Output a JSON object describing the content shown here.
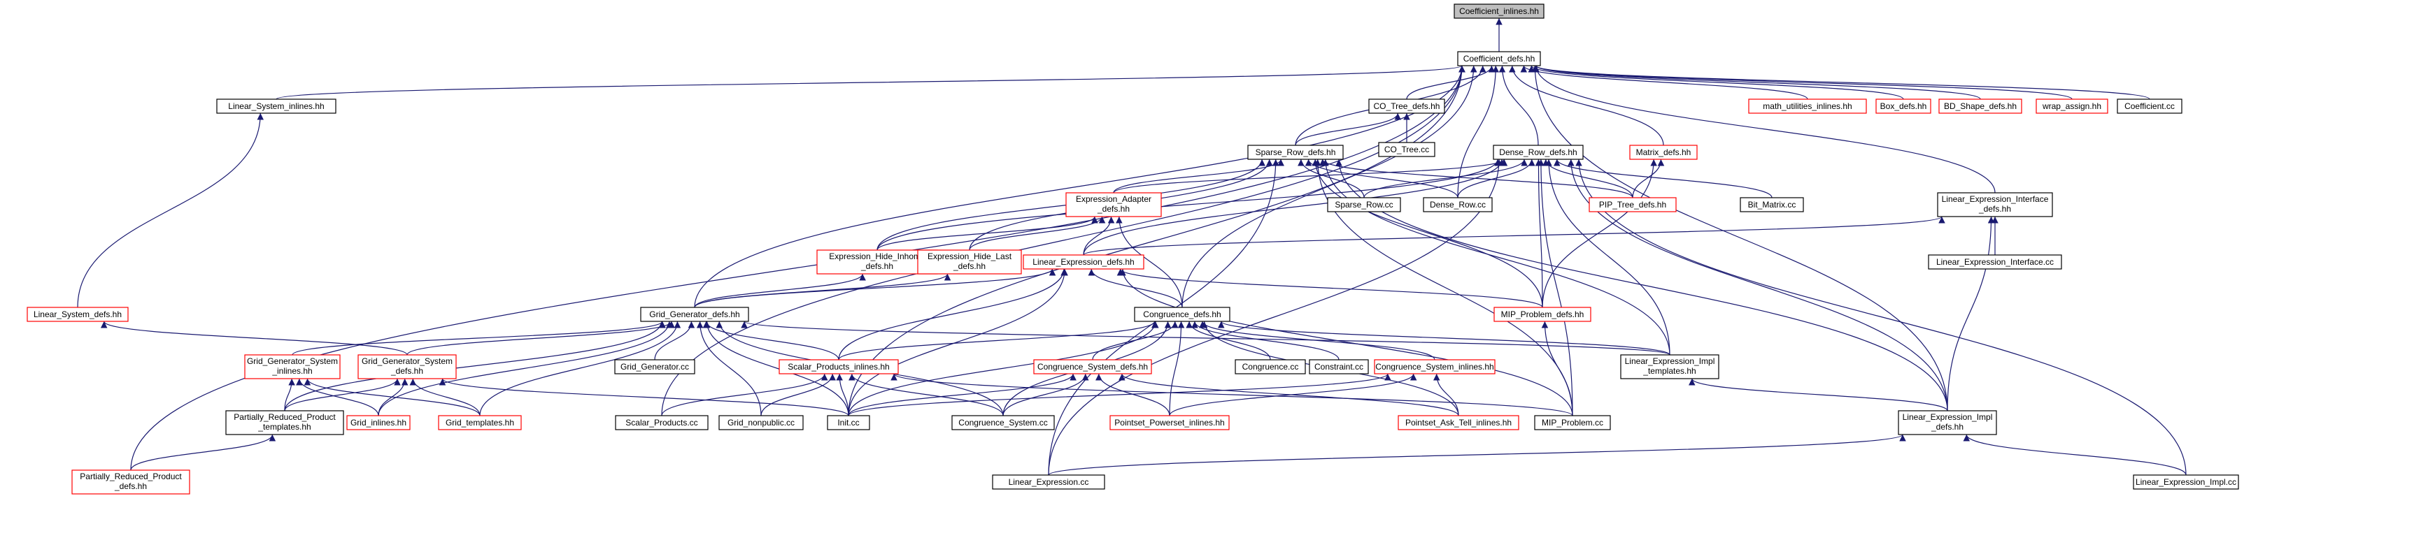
{
  "nodes": [
    {
      "id": "root",
      "lines": [
        "Coefficient_inlines.hh"
      ],
      "style": "root"
    },
    {
      "id": "cdefs",
      "lines": [
        "Coefficient_defs.hh"
      ],
      "style": "black"
    },
    {
      "id": "lsi",
      "lines": [
        "Linear_System_inlines.hh"
      ],
      "style": "black"
    },
    {
      "id": "cotree",
      "lines": [
        "CO_Tree_defs.hh"
      ],
      "style": "black"
    },
    {
      "id": "mui",
      "lines": [
        "math_utilities_inlines.hh"
      ],
      "style": "red"
    },
    {
      "id": "box",
      "lines": [
        "Box_defs.hh"
      ],
      "style": "red"
    },
    {
      "id": "bds",
      "lines": [
        "BD_Shape_defs.hh"
      ],
      "style": "red"
    },
    {
      "id": "wrap",
      "lines": [
        "wrap_assign.hh"
      ],
      "style": "red"
    },
    {
      "id": "coefcc",
      "lines": [
        "Coefficient.cc"
      ],
      "style": "black"
    },
    {
      "id": "cotreecc",
      "lines": [
        "CO_Tree.cc"
      ],
      "style": "black"
    },
    {
      "id": "srd",
      "lines": [
        "Sparse_Row_defs.hh"
      ],
      "style": "black"
    },
    {
      "id": "drd",
      "lines": [
        "Dense_Row_defs.hh"
      ],
      "style": "black"
    },
    {
      "id": "matrix",
      "lines": [
        "Matrix_defs.hh"
      ],
      "style": "red"
    },
    {
      "id": "lei",
      "lines": [
        "Linear_Expression_Interface",
        "_defs.hh"
      ],
      "style": "black"
    },
    {
      "id": "ead",
      "lines": [
        "Expression_Adapter",
        "_defs.hh"
      ],
      "style": "red"
    },
    {
      "id": "srcc",
      "lines": [
        "Sparse_Row.cc"
      ],
      "style": "black"
    },
    {
      "id": "drcc",
      "lines": [
        "Dense_Row.cc"
      ],
      "style": "black"
    },
    {
      "id": "pip",
      "lines": [
        "PIP_Tree_defs.hh"
      ],
      "style": "red"
    },
    {
      "id": "bitm",
      "lines": [
        "Bit_Matrix.cc"
      ],
      "style": "black"
    },
    {
      "id": "ehi",
      "lines": [
        "Expression_Hide_Inhomo",
        "_defs.hh"
      ],
      "style": "red"
    },
    {
      "id": "ehl",
      "lines": [
        "Expression_Hide_Last",
        "_defs.hh"
      ],
      "style": "red"
    },
    {
      "id": "led",
      "lines": [
        "Linear_Expression_defs.hh"
      ],
      "style": "red"
    },
    {
      "id": "leicc",
      "lines": [
        "Linear_Expression_Interface.cc"
      ],
      "style": "black"
    },
    {
      "id": "lsd",
      "lines": [
        "Linear_System_defs.hh"
      ],
      "style": "red"
    },
    {
      "id": "ggd",
      "lines": [
        "Grid_Generator_defs.hh"
      ],
      "style": "black"
    },
    {
      "id": "cgd",
      "lines": [
        "Congruence_defs.hh"
      ],
      "style": "black"
    },
    {
      "id": "mipd",
      "lines": [
        "MIP_Problem_defs.hh"
      ],
      "style": "red"
    },
    {
      "id": "ggsi",
      "lines": [
        "Grid_Generator_System",
        "_inlines.hh"
      ],
      "style": "red"
    },
    {
      "id": "ggsd",
      "lines": [
        "Grid_Generator_System",
        "_defs.hh"
      ],
      "style": "red"
    },
    {
      "id": "ggcc",
      "lines": [
        "Grid_Generator.cc"
      ],
      "style": "black"
    },
    {
      "id": "spi",
      "lines": [
        "Scalar_Products_inlines.hh"
      ],
      "style": "red"
    },
    {
      "id": "cgcc",
      "lines": [
        "Congruence.cc"
      ],
      "style": "black"
    },
    {
      "id": "constr",
      "lines": [
        "Constraint.cc"
      ],
      "style": "black"
    },
    {
      "id": "csd",
      "lines": [
        "Congruence_System_defs.hh"
      ],
      "style": "red"
    },
    {
      "id": "csi",
      "lines": [
        "Congruence_System_inlines.hh"
      ],
      "style": "red"
    },
    {
      "id": "leit",
      "lines": [
        "Linear_Expression_Impl",
        "_templates.hh"
      ],
      "style": "black"
    },
    {
      "id": "prpt",
      "lines": [
        "Partially_Reduced_Product",
        "_templates.hh"
      ],
      "style": "black"
    },
    {
      "id": "gridi",
      "lines": [
        "Grid_inlines.hh"
      ],
      "style": "red"
    },
    {
      "id": "gridt",
      "lines": [
        "Grid_templates.hh"
      ],
      "style": "red"
    },
    {
      "id": "spcc",
      "lines": [
        "Scalar_Products.cc"
      ],
      "style": "black"
    },
    {
      "id": "gnp",
      "lines": [
        "Grid_nonpublic.cc"
      ],
      "style": "black"
    },
    {
      "id": "init",
      "lines": [
        "Init.cc"
      ],
      "style": "black"
    },
    {
      "id": "cscc",
      "lines": [
        "Congruence_System.cc"
      ],
      "style": "black"
    },
    {
      "id": "ppi",
      "lines": [
        "Pointset_Powerset_inlines.hh"
      ],
      "style": "red"
    },
    {
      "id": "pati",
      "lines": [
        "Pointset_Ask_Tell_inlines.hh"
      ],
      "style": "red"
    },
    {
      "id": "mipcc",
      "lines": [
        "MIP_Problem.cc"
      ],
      "style": "black"
    },
    {
      "id": "leid",
      "lines": [
        "Linear_Expression_Impl",
        "_defs.hh"
      ],
      "style": "black"
    },
    {
      "id": "prpd",
      "lines": [
        "Partially_Reduced_Product",
        "_defs.hh"
      ],
      "style": "red"
    },
    {
      "id": "lecc",
      "lines": [
        "Linear_Expression.cc"
      ],
      "style": "black"
    },
    {
      "id": "leimcc",
      "lines": [
        "Linear_Expression_Impl.cc"
      ],
      "style": "black"
    }
  ],
  "edges": [
    [
      "cdefs",
      "root"
    ],
    [
      "lsi",
      "cdefs"
    ],
    [
      "cotree",
      "cdefs"
    ],
    [
      "mui",
      "cdefs"
    ],
    [
      "box",
      "cdefs"
    ],
    [
      "bds",
      "cdefs"
    ],
    [
      "wrap",
      "cdefs"
    ],
    [
      "coefcc",
      "cdefs"
    ],
    [
      "srd",
      "cdefs"
    ],
    [
      "drd",
      "cdefs"
    ],
    [
      "matrix",
      "cdefs"
    ],
    [
      "lei",
      "cdefs"
    ],
    [
      "drcc",
      "cdefs"
    ],
    [
      "ggd",
      "cdefs"
    ],
    [
      "cgd",
      "cdefs"
    ],
    [
      "init",
      "cdefs"
    ],
    [
      "spcc",
      "cdefs"
    ],
    [
      "prpd",
      "cdefs"
    ],
    [
      "leid",
      "cdefs"
    ],
    [
      "cotreecc",
      "cotree"
    ],
    [
      "srd",
      "cotree"
    ],
    [
      "lsd",
      "lsi"
    ],
    [
      "srcc",
      "srd"
    ],
    [
      "drcc",
      "srd"
    ],
    [
      "pip",
      "srd"
    ],
    [
      "ead",
      "srd"
    ],
    [
      "ehi",
      "srd"
    ],
    [
      "ehl",
      "srd"
    ],
    [
      "mipd",
      "srd"
    ],
    [
      "leit",
      "srd"
    ],
    [
      "leid",
      "srd"
    ],
    [
      "mipcc",
      "srd"
    ],
    [
      "lecc",
      "srd"
    ],
    [
      "srcc",
      "drd"
    ],
    [
      "drcc",
      "drd"
    ],
    [
      "pip",
      "drd"
    ],
    [
      "bitm",
      "drd"
    ],
    [
      "ead",
      "drd"
    ],
    [
      "ehi",
      "drd"
    ],
    [
      "led",
      "drd"
    ],
    [
      "mipd",
      "drd"
    ],
    [
      "leit",
      "drd"
    ],
    [
      "leid",
      "drd"
    ],
    [
      "mipcc",
      "drd"
    ],
    [
      "lecc",
      "drd"
    ],
    [
      "leimcc",
      "drd"
    ],
    [
      "pip",
      "matrix"
    ],
    [
      "mipd",
      "matrix"
    ],
    [
      "leicc",
      "lei"
    ],
    [
      "led",
      "lei"
    ],
    [
      "leid",
      "lei"
    ],
    [
      "ehi",
      "ead"
    ],
    [
      "ehl",
      "ead"
    ],
    [
      "led",
      "ead"
    ],
    [
      "cgd",
      "ead"
    ],
    [
      "ggd",
      "ehi"
    ],
    [
      "ggd",
      "ehl"
    ],
    [
      "ggd",
      "led"
    ],
    [
      "cgd",
      "led"
    ],
    [
      "spi",
      "led"
    ],
    [
      "mipd",
      "led"
    ],
    [
      "init",
      "led"
    ],
    [
      "mipcc",
      "led"
    ],
    [
      "ggsd",
      "lsd"
    ],
    [
      "ggsi",
      "ggd"
    ],
    [
      "ggsd",
      "ggd"
    ],
    [
      "ggcc",
      "ggd"
    ],
    [
      "spi",
      "ggd"
    ],
    [
      "gridi",
      "ggd"
    ],
    [
      "gridt",
      "ggd"
    ],
    [
      "gnp",
      "ggd"
    ],
    [
      "init",
      "ggd"
    ],
    [
      "cscc",
      "ggd"
    ],
    [
      "leit",
      "ggd"
    ],
    [
      "prpt",
      "ggd"
    ],
    [
      "cgcc",
      "cgd"
    ],
    [
      "constr",
      "cgd"
    ],
    [
      "csd",
      "cgd"
    ],
    [
      "csi",
      "cgd"
    ],
    [
      "spi",
      "cgd"
    ],
    [
      "cscc",
      "cgd"
    ],
    [
      "ppi",
      "cgd"
    ],
    [
      "pati",
      "cgd"
    ],
    [
      "leit",
      "cgd"
    ],
    [
      "init",
      "cgd"
    ],
    [
      "mipcc",
      "mipd"
    ],
    [
      "gridi",
      "ggsi"
    ],
    [
      "gridt",
      "ggsi"
    ],
    [
      "prpt",
      "ggsi"
    ],
    [
      "gridi",
      "ggsd"
    ],
    [
      "gridt",
      "ggsd"
    ],
    [
      "prpt",
      "ggsd"
    ],
    [
      "init",
      "ggsd"
    ],
    [
      "spcc",
      "spi"
    ],
    [
      "gnp",
      "spi"
    ],
    [
      "cscc",
      "spi"
    ],
    [
      "init",
      "spi"
    ],
    [
      "mipcc",
      "spi"
    ],
    [
      "cscc",
      "csd"
    ],
    [
      "init",
      "csd"
    ],
    [
      "ppi",
      "csd"
    ],
    [
      "pati",
      "csd"
    ],
    [
      "ppi",
      "csi"
    ],
    [
      "pati",
      "csi"
    ],
    [
      "init",
      "csi"
    ],
    [
      "leid",
      "leit"
    ],
    [
      "prpd",
      "prpt"
    ],
    [
      "lecc",
      "leid"
    ],
    [
      "leimcc",
      "leid"
    ]
  ]
}
